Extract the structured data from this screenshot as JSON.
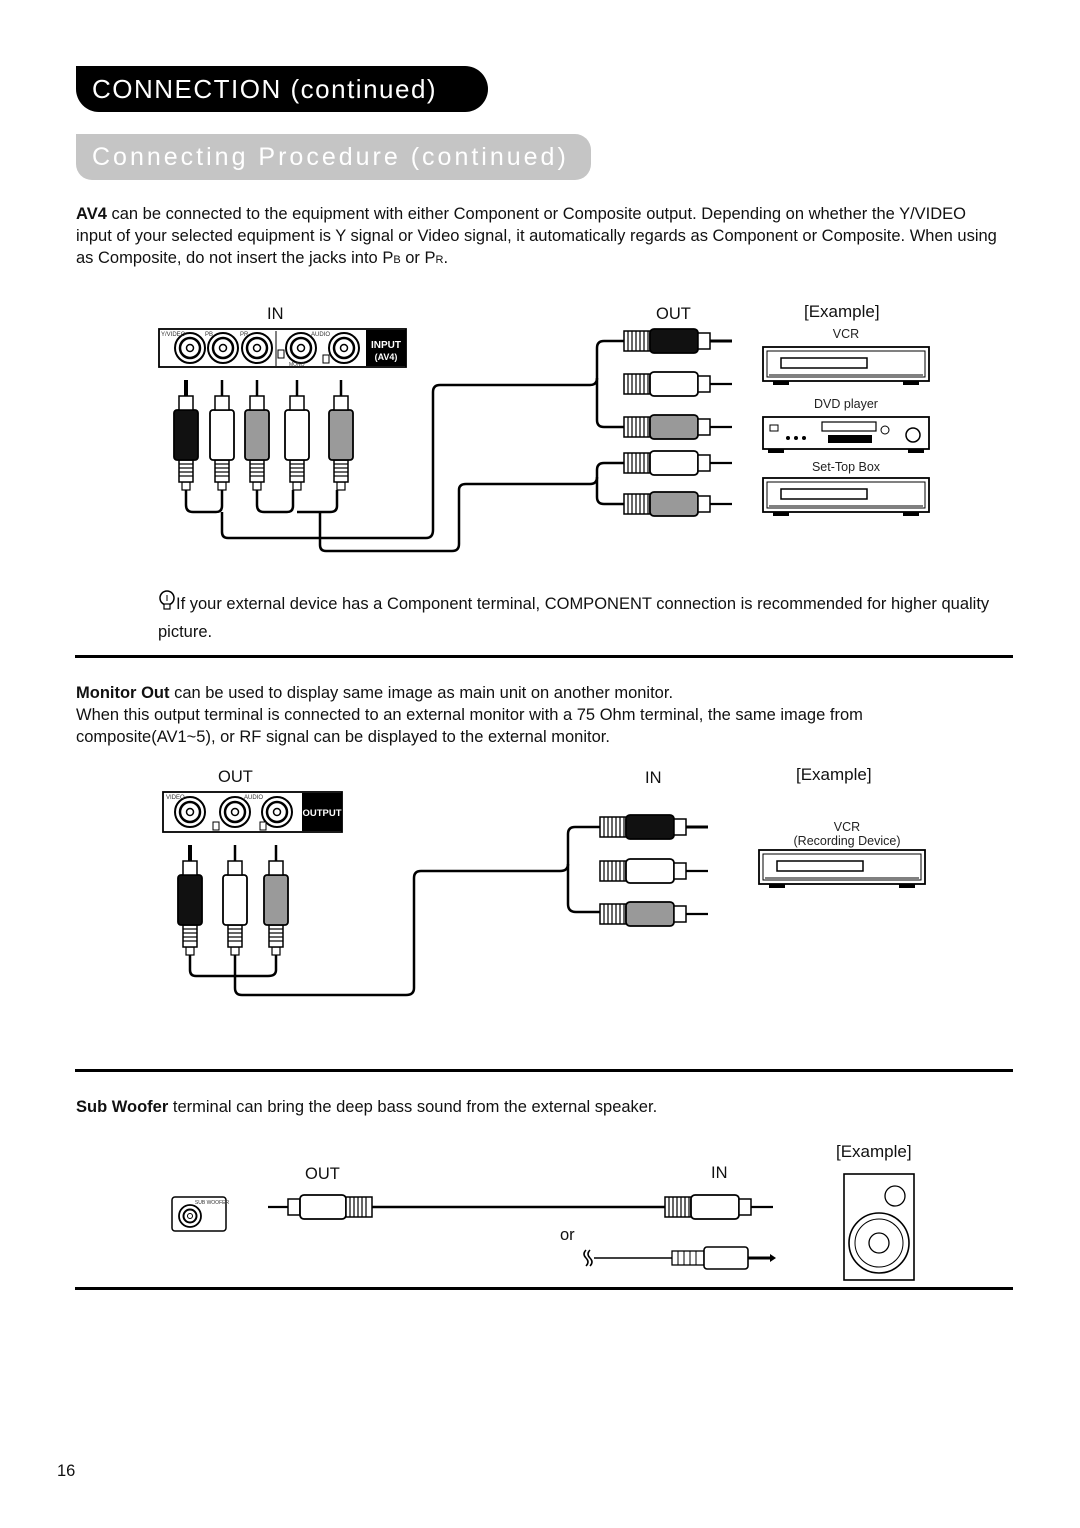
{
  "header": {
    "title": "CONNECTION (continued)",
    "subtitle": "Connecting Procedure (continued)"
  },
  "section1": {
    "lead": "AV4",
    "text": " can be connected to the equipment with either Component or Composite output. Depending on whether the Y/VIDEO input of your selected equipment is Y signal or Video signal, it automatically regards as Component or Composite. When using as Composite, do not insert the jacks into P",
    "pb_sub": "B",
    "or": " or P",
    "pr_sub": "R",
    "end": ".",
    "in_label": "IN",
    "out_label": "OUT",
    "example": "[Example]",
    "panel_label_1": "INPUT",
    "panel_label_2": "(AV4)",
    "jack_labels": [
      "Y/VIDEO",
      "PB",
      "PR",
      "AUDIO",
      "MONO"
    ],
    "devices": [
      "VCR",
      "DVD player",
      "Set-Top Box"
    ],
    "tip": "If your external device has a Component terminal, COMPONENT connection is recommended for higher quality picture.",
    "tip_icon": "lightbulb-icon"
  },
  "section2": {
    "lead": "Monitor Out",
    "text1": " can be used to display same image as main unit on another monitor.",
    "text2": "When this output terminal is connected to an external monitor with a 75 Ohm terminal, the same image from composite(AV1~5), or RF signal can be displayed to the external monitor.",
    "out_label": "OUT",
    "in_label": "IN",
    "example": "[Example]",
    "panel_label": "OUTPUT",
    "jack_labels": [
      "VIDEO",
      "AUDIO"
    ],
    "device": "VCR",
    "device_sub": "(Recording Device)"
  },
  "section3": {
    "lead": "Sub Woofer",
    "text": " terminal can bring the deep bass sound from the external speaker.",
    "example": "[Example]",
    "out_label": "OUT",
    "in_label": "IN",
    "or": "or",
    "jack_label": "SUB WOOFER"
  },
  "page_number": "16"
}
